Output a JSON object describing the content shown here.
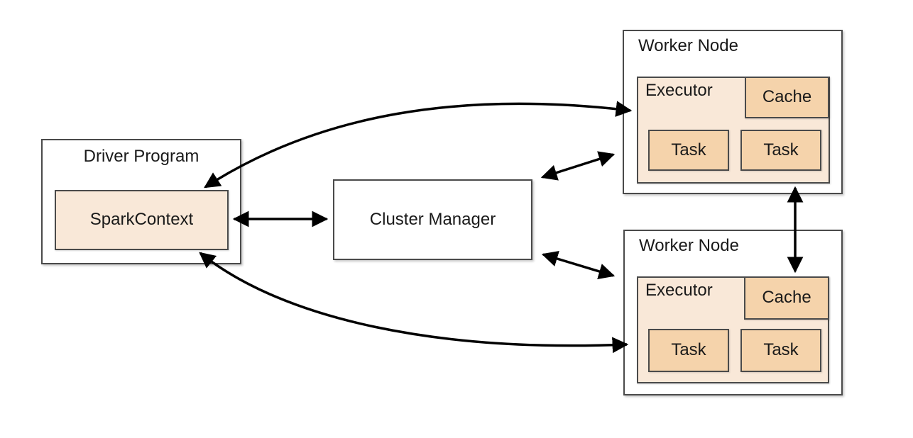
{
  "diagram": {
    "title_hint": "Spark cluster architecture",
    "driver": {
      "title": "Driver Program",
      "spark_context_label": "SparkContext"
    },
    "cluster_manager": {
      "title": "Cluster Manager"
    },
    "workers": [
      {
        "title": "Worker Node",
        "executor_label": "Executor",
        "cache_label": "Cache",
        "tasks": [
          "Task",
          "Task"
        ]
      },
      {
        "title": "Worker Node",
        "executor_label": "Executor",
        "cache_label": "Cache",
        "tasks": [
          "Task",
          "Task"
        ]
      }
    ],
    "connections": [
      "SparkContext <-> Cluster Manager",
      "SparkContext <-> Worker Node (top) Executor",
      "SparkContext <-> Worker Node (bottom) Executor",
      "Cluster Manager <-> Worker Node (top)",
      "Cluster Manager <-> Worker Node (bottom)",
      "Worker Node (top) <-> Worker Node (bottom) Cache"
    ],
    "colors": {
      "background": "#ffffff",
      "light_fill": "#f9e8d8",
      "dark_fill": "#f5d3ab",
      "border": "#4a4a4a",
      "arrow": "#000000"
    }
  }
}
